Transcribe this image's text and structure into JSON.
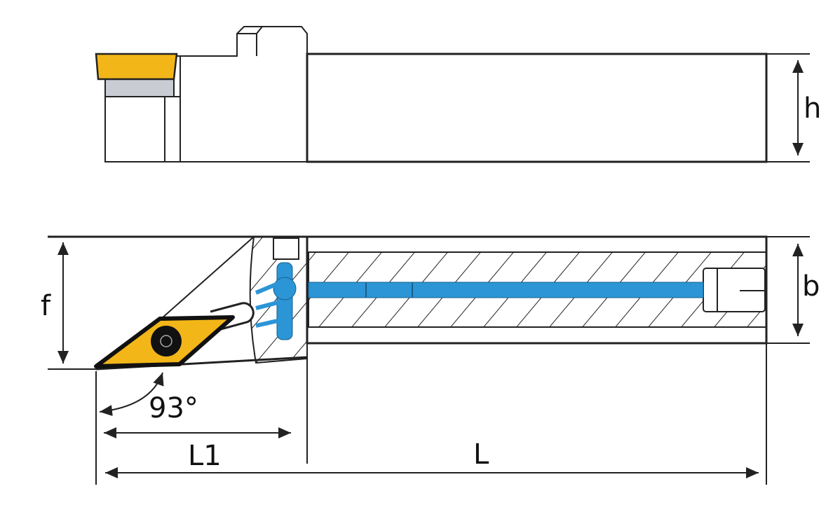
{
  "labels": {
    "h": "h",
    "b": "b",
    "f": "f",
    "angle": "93°",
    "l1": "L1",
    "l": "L"
  },
  "colors": {
    "insert": "#f2b619",
    "coolant": "#2b95d6",
    "shim": "#c9ccd3",
    "line": "#222222"
  }
}
